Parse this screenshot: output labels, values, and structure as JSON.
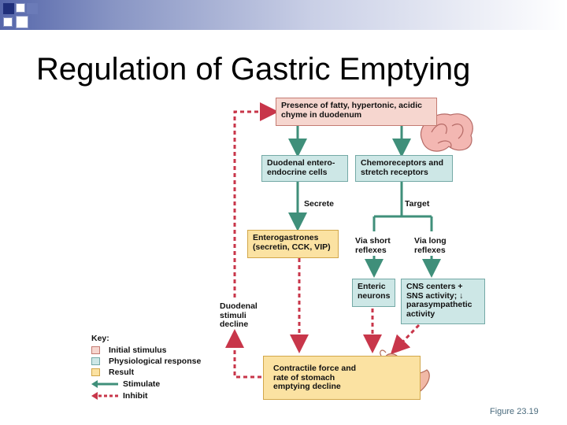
{
  "title": "Regulation of Gastric Emptying",
  "figure_ref": "Figure 23.19",
  "boxes": {
    "initial": "Presence of fatty, hypertonic, acidic chyme in duodenum",
    "enteroendocrine": "Duodenal entero-endocrine cells",
    "chemoreceptors": "Chemoreceptors and stretch receptors",
    "enterogastrones": "Enterogastrones (secretin, CCK, VIP)",
    "enteric": "Enteric neurons",
    "cns": "CNS centers + SNS activity; ↓ parasympathetic activity",
    "result": "Contractile force and rate of stomach emptying decline"
  },
  "labels": {
    "secrete": "Secrete",
    "target": "Target",
    "short_reflex": "Via short reflexes",
    "long_reflex": "Via long reflexes",
    "duodenal_stimuli": "Duodenal stimuli decline"
  },
  "key": {
    "title": "Key:",
    "items": [
      {
        "label": "Initial stimulus",
        "color": "#f6d6cf"
      },
      {
        "label": "Physiological response",
        "color": "#cde7e6"
      },
      {
        "label": "Result",
        "color": "#fbe2a2"
      },
      {
        "label": "Stimulate",
        "color": "#3f8f7a"
      },
      {
        "label": "Inhibit",
        "color": "#c8364a"
      }
    ]
  },
  "colors": {
    "stimulate": "#3f8f7a",
    "inhibit": "#c8364a",
    "header_blue": "#1f2f7a"
  }
}
